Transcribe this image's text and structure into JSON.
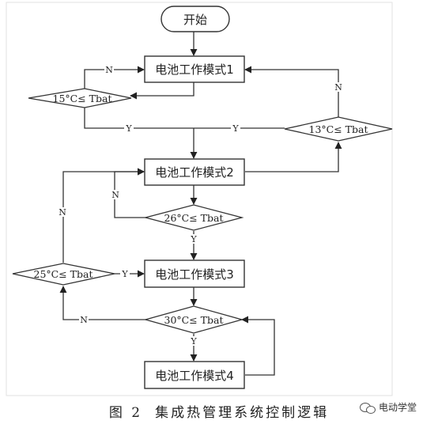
{
  "diagram": {
    "start": "开始",
    "modes": [
      "电池工作模式1",
      "电池工作模式2",
      "电池工作模式3",
      "电池工作模式4"
    ],
    "conditions": {
      "c15": "15°C≤ Tbat",
      "c13": "13°C≤ Tbat",
      "c26": "26°C≤ Tbat",
      "c25": "25°C≤ Tbat",
      "c30": "30°C≤ Tbat"
    },
    "yes": "Y",
    "no": "N"
  },
  "caption": {
    "figure": "图 2",
    "title": "集成热管理系统控制逻辑"
  },
  "watermark": "电动学堂"
}
